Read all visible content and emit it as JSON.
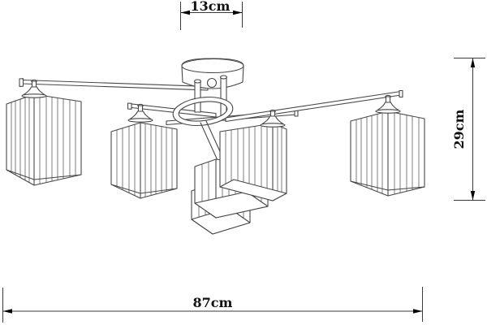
{
  "page": {
    "background": "#ffffff",
    "drawing_line_color": "#474747",
    "dimension_color": "#000000"
  },
  "drawing": {
    "kind": "technical dimension drawing",
    "subject": "five-light ceiling chandelier with pleated square shades"
  },
  "dimensions": {
    "canopy_width": {
      "label": "13cm"
    },
    "fixture_height": {
      "label": "29cm"
    },
    "fixture_width": {
      "label": "87cm"
    }
  }
}
